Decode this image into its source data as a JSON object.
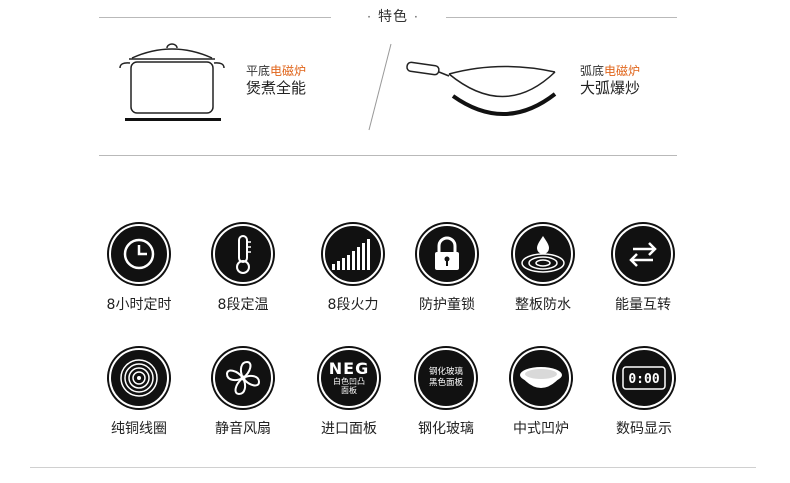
{
  "section": {
    "title": "特色",
    "dot": "·"
  },
  "features": [
    {
      "line1_prefix": "平底",
      "line1_accent": "电磁炉",
      "line2": "煲煮全能"
    },
    {
      "line1_prefix": "弧底",
      "line1_accent": "电磁炉",
      "line2": "大弧爆炒"
    }
  ],
  "badges": [
    {
      "label": "8小时定时",
      "icon": "clock-icon"
    },
    {
      "label": "8段定温",
      "icon": "thermometer-icon"
    },
    {
      "label": "8段火力",
      "icon": "power-level-icon"
    },
    {
      "label": "防护童锁",
      "icon": "lock-icon"
    },
    {
      "label": "整板防水",
      "icon": "water-drop-icon"
    },
    {
      "label": "能量互转",
      "icon": "swap-arrows-icon"
    },
    {
      "label": "纯铜线圈",
      "icon": "coil-icon"
    },
    {
      "label": "静音风扇",
      "icon": "fan-icon"
    },
    {
      "label": "进口面板",
      "icon": "neg-panel-icon"
    },
    {
      "label": "钢化玻璃",
      "icon": "glass-icon"
    },
    {
      "label": "中式凹炉",
      "icon": "concave-icon"
    },
    {
      "label": "数码显示",
      "icon": "digital-display-icon"
    }
  ],
  "neg": {
    "big": "NEG",
    "small1": "白色凹凸",
    "small2": "面板"
  },
  "glass": {
    "line1": "钢化玻璃",
    "line2": "黑色面板"
  },
  "display": {
    "digits": "0:00"
  }
}
